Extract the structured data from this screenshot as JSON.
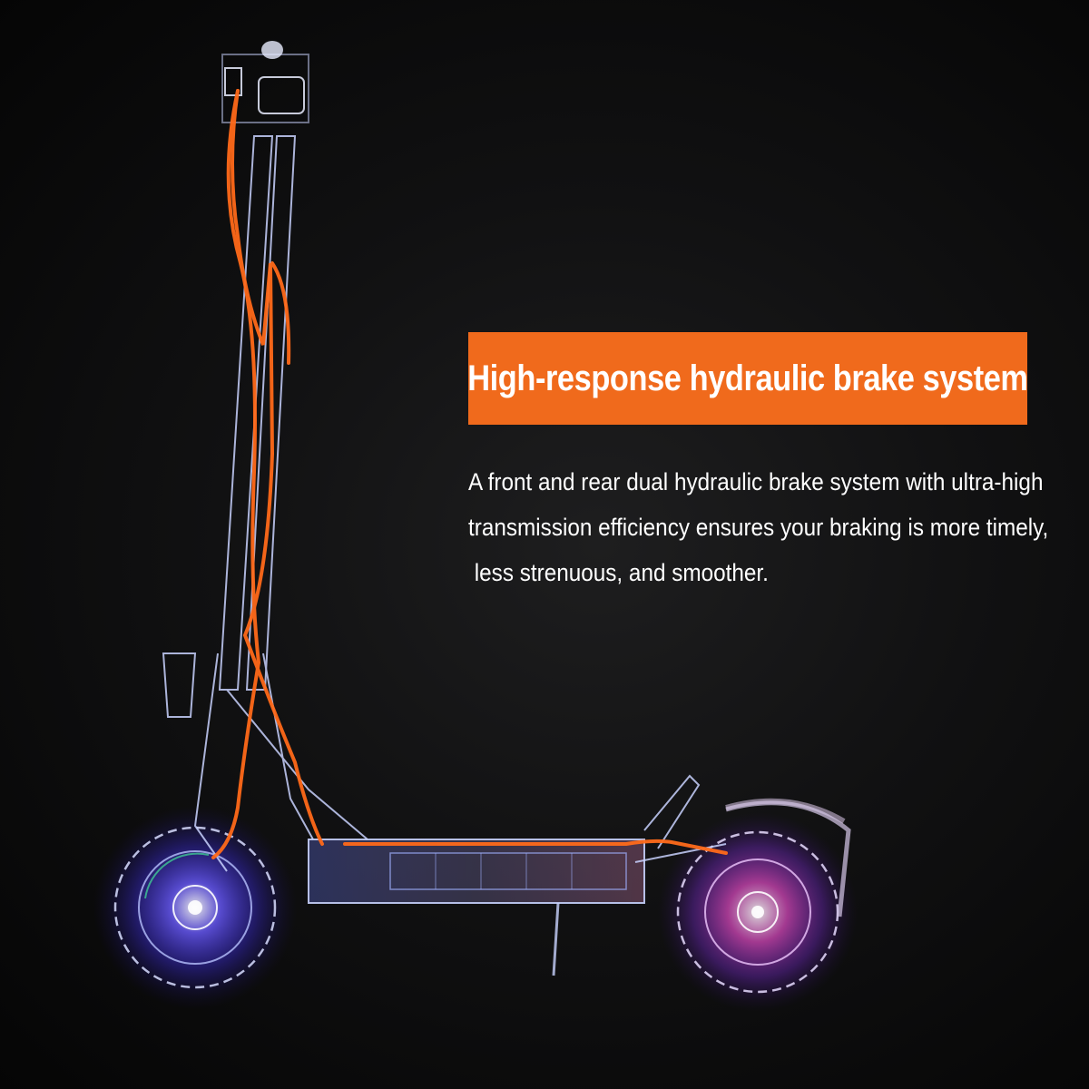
{
  "headline": {
    "text": "High-response hydraulic brake system",
    "background": "#f06a1c"
  },
  "description": {
    "lines": [
      "A front and rear dual hydraulic brake system with ultra-high",
      "transmission efficiency ensures your braking is more timely,",
      " less strenuous, and smoother."
    ]
  },
  "illustration": {
    "subject": "scooter-xray",
    "brake_line_color": "#ff6a1a",
    "frame_color": "#c9d3ff",
    "wheel_glow_colors": [
      "#3a4bff",
      "#ff3fa6",
      "#9b3bff"
    ]
  }
}
